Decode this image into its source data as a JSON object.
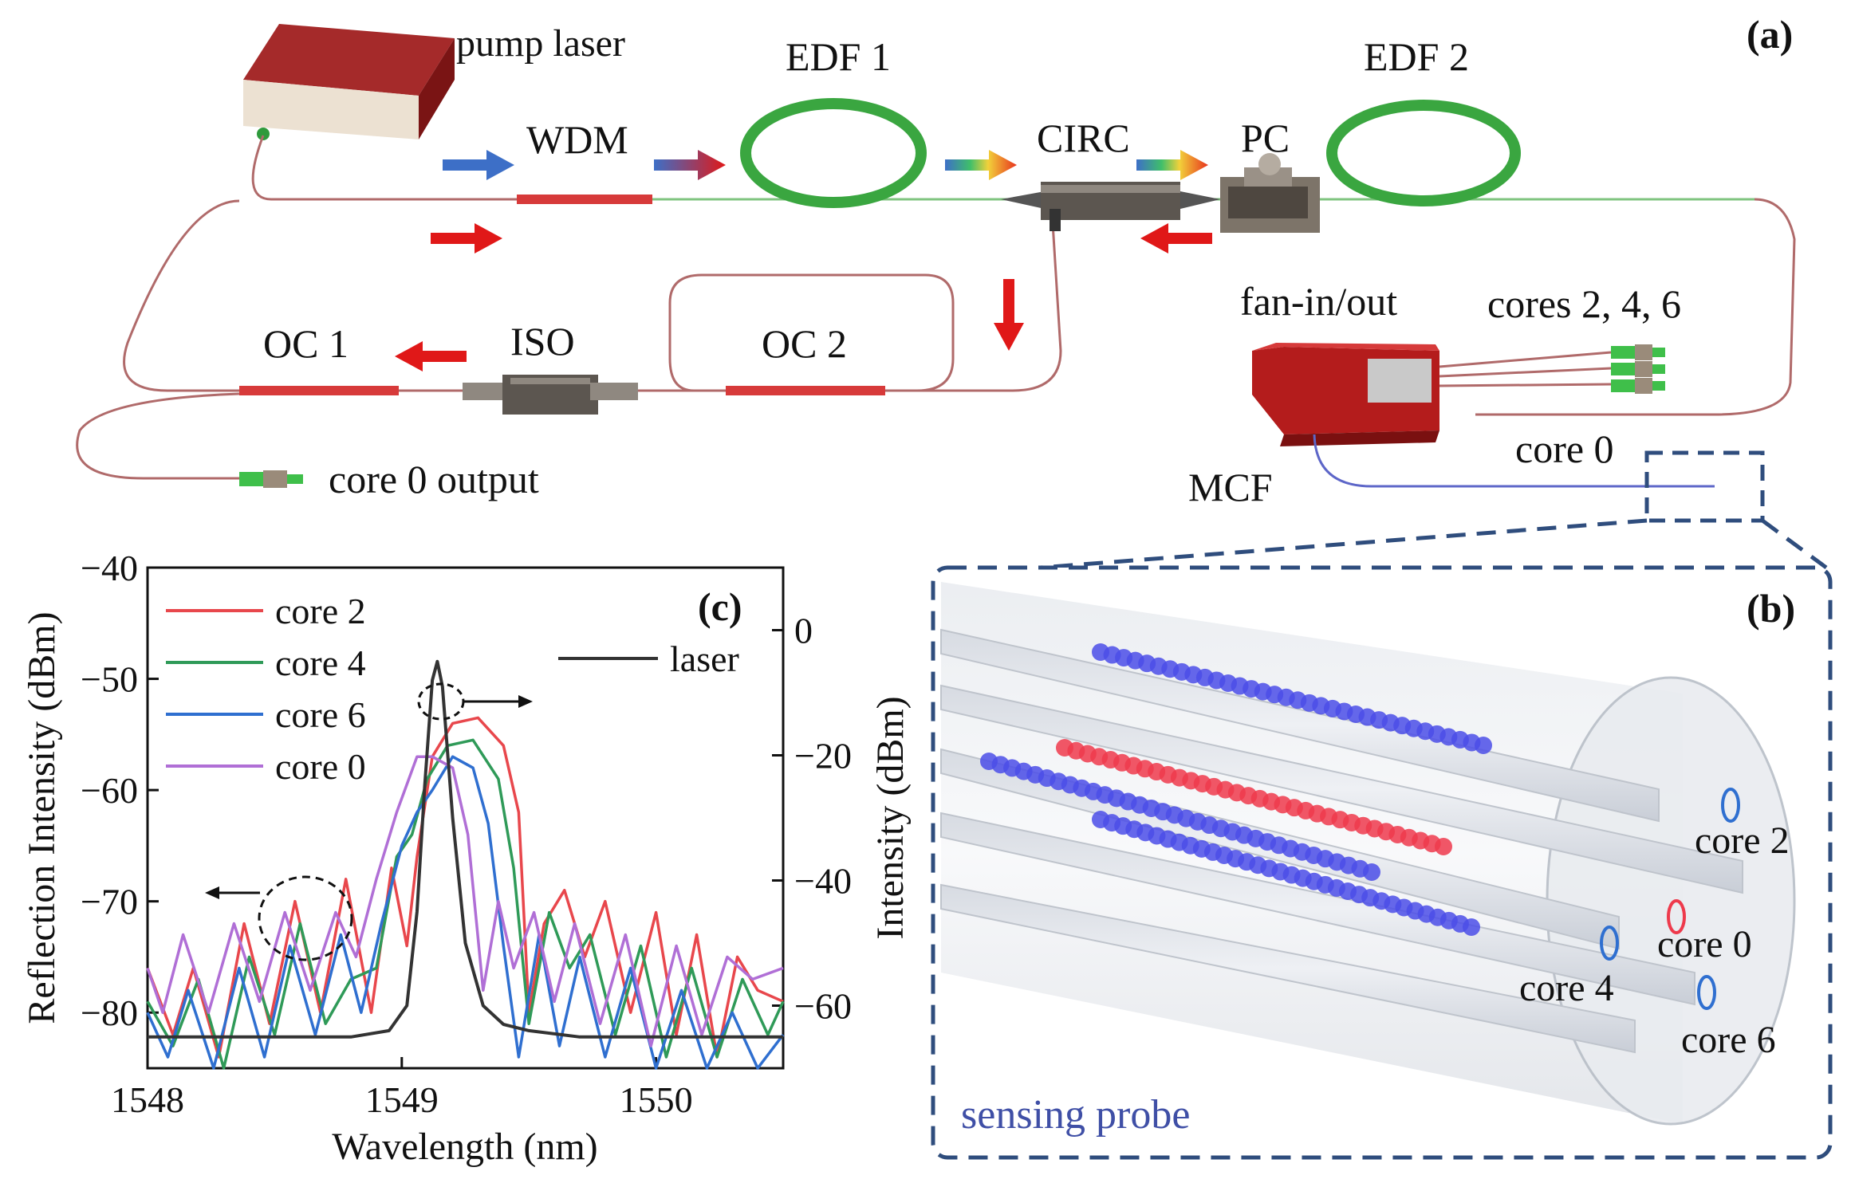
{
  "panel_a": {
    "tag": "(a)",
    "labels": {
      "pump_laser": "pump laser",
      "edf1": "EDF 1",
      "edf2": "EDF 2",
      "wdm": "WDM",
      "circ": "CIRC",
      "pc": "PC",
      "fan": "fan-in/out",
      "cores": "cores 2, 4, 6",
      "oc1": "OC 1",
      "iso": "ISO",
      "oc2": "OC 2",
      "core0": "core 0",
      "mcf": "MCF",
      "core0_output": "core 0 output"
    },
    "colors": {
      "laser_box": "#8b1a1a",
      "fiber": "#b06a6a",
      "edf": "#3aa640",
      "arrow_red": "#e01818",
      "arrow_blue": "#3d6fc7",
      "mcf_fiber": "#5d66c8",
      "dash_box": "#2f4d7d"
    }
  },
  "panel_b": {
    "tag": "(b)",
    "probe_label": "sensing probe",
    "core_labels": [
      "core 2",
      "core 0",
      "core 4",
      "core 6"
    ],
    "colors": {
      "grating_blue": "#4b4de8",
      "grating_red": "#ee3a4c"
    }
  },
  "panel_c": {
    "tag": "(c)",
    "chart_data": {
      "type": "line",
      "xlabel": "Wavelength (nm)",
      "ylabel_left": "Reflection Intensity (dBm)",
      "ylabel_right": "Intensity (dBm)",
      "xlim": [
        1548,
        1550.5
      ],
      "ylim_left": [
        -85,
        -40
      ],
      "ylim_right": [
        -70,
        10
      ],
      "xticks": [
        "1548",
        "1549",
        "1550"
      ],
      "yticks_left": [
        "−40",
        "−50",
        "−60",
        "−70",
        "−80"
      ],
      "yticks_right": [
        "0",
        "−20",
        "−40",
        "−60"
      ],
      "legend": [
        "core 2",
        "core 4",
        "core 6",
        "core 0"
      ],
      "laser_legend": "laser",
      "series": [
        {
          "name": "core 2",
          "color": "#e8474c",
          "x": [
            1548.0,
            1548.1,
            1548.18,
            1548.28,
            1548.38,
            1548.48,
            1548.58,
            1548.68,
            1548.78,
            1548.88,
            1548.96,
            1549.02,
            1549.06,
            1549.12,
            1549.2,
            1549.3,
            1549.4,
            1549.46,
            1549.5,
            1549.56,
            1549.64,
            1549.72,
            1549.8,
            1549.9,
            1550.0,
            1550.08,
            1550.16,
            1550.24,
            1550.32,
            1550.4,
            1550.5
          ],
          "y": [
            -76,
            -82,
            -76,
            -84,
            -72,
            -81,
            -70,
            -80,
            -68,
            -80,
            -67,
            -74,
            -66,
            -57,
            -54,
            -53.5,
            -56,
            -62,
            -80,
            -72,
            -69,
            -75,
            -70,
            -80,
            -71,
            -82,
            -73,
            -84,
            -75,
            -78,
            -79
          ]
        },
        {
          "name": "core 4",
          "color": "#2f9a58",
          "x": [
            1548.0,
            1548.1,
            1548.2,
            1548.3,
            1548.4,
            1548.5,
            1548.6,
            1548.7,
            1548.8,
            1548.9,
            1548.98,
            1549.04,
            1549.1,
            1549.18,
            1549.28,
            1549.38,
            1549.44,
            1549.5,
            1549.58,
            1549.66,
            1549.74,
            1549.84,
            1549.94,
            1550.04,
            1550.14,
            1550.24,
            1550.34,
            1550.44,
            1550.5
          ],
          "y": [
            -79,
            -83,
            -77,
            -85,
            -75,
            -82,
            -72,
            -81,
            -77,
            -76,
            -66,
            -64,
            -59,
            -56,
            -55.5,
            -59,
            -67,
            -81,
            -71,
            -76,
            -73,
            -82,
            -74,
            -84,
            -76,
            -84,
            -77,
            -82,
            -79
          ]
        },
        {
          "name": "core 6",
          "color": "#2f6fd0",
          "x": [
            1548.0,
            1548.08,
            1548.16,
            1548.26,
            1548.36,
            1548.46,
            1548.56,
            1548.66,
            1548.76,
            1548.84,
            1548.92,
            1549.0,
            1549.06,
            1549.12,
            1549.2,
            1549.28,
            1549.34,
            1549.4,
            1549.46,
            1549.54,
            1549.62,
            1549.7,
            1549.8,
            1549.9,
            1550.0,
            1550.1,
            1550.2,
            1550.3,
            1550.4,
            1550.5
          ],
          "y": [
            -80,
            -84,
            -78,
            -85,
            -76,
            -84,
            -74,
            -82,
            -73,
            -80,
            -72,
            -65,
            -62,
            -60,
            -57,
            -58,
            -63,
            -74,
            -84,
            -73,
            -83,
            -75,
            -84,
            -76,
            -85,
            -78,
            -85,
            -80,
            -85,
            -82
          ]
        },
        {
          "name": "core 0",
          "color": "#b06fd6",
          "x": [
            1548.0,
            1548.06,
            1548.14,
            1548.24,
            1548.34,
            1548.44,
            1548.54,
            1548.64,
            1548.74,
            1548.82,
            1548.9,
            1548.98,
            1549.06,
            1549.12,
            1549.2,
            1549.26,
            1549.32,
            1549.38,
            1549.44,
            1549.52,
            1549.6,
            1549.68,
            1549.78,
            1549.88,
            1549.98,
            1550.08,
            1550.18,
            1550.28,
            1550.38,
            1550.5
          ],
          "y": [
            -76,
            -80,
            -73,
            -80,
            -72,
            -79,
            -71,
            -78,
            -71,
            -75,
            -68,
            -62,
            -57,
            -57,
            -58,
            -64,
            -78,
            -70,
            -76,
            -71,
            -79,
            -72,
            -81,
            -73,
            -83,
            -74,
            -82,
            -75,
            -77,
            -76
          ]
        },
        {
          "name": "laser",
          "color": "#333333",
          "axis": "right",
          "x": [
            1548.0,
            1548.4,
            1548.8,
            1548.95,
            1549.02,
            1549.06,
            1549.09,
            1549.12,
            1549.14,
            1549.16,
            1549.2,
            1549.25,
            1549.32,
            1549.4,
            1549.5,
            1549.7,
            1550.0,
            1550.5
          ],
          "y": [
            -65,
            -65,
            -65,
            -64,
            -60,
            -45,
            -25,
            -8,
            -5,
            -9,
            -30,
            -50,
            -60,
            -63,
            -64,
            -65,
            -65,
            -65
          ]
        }
      ]
    }
  }
}
